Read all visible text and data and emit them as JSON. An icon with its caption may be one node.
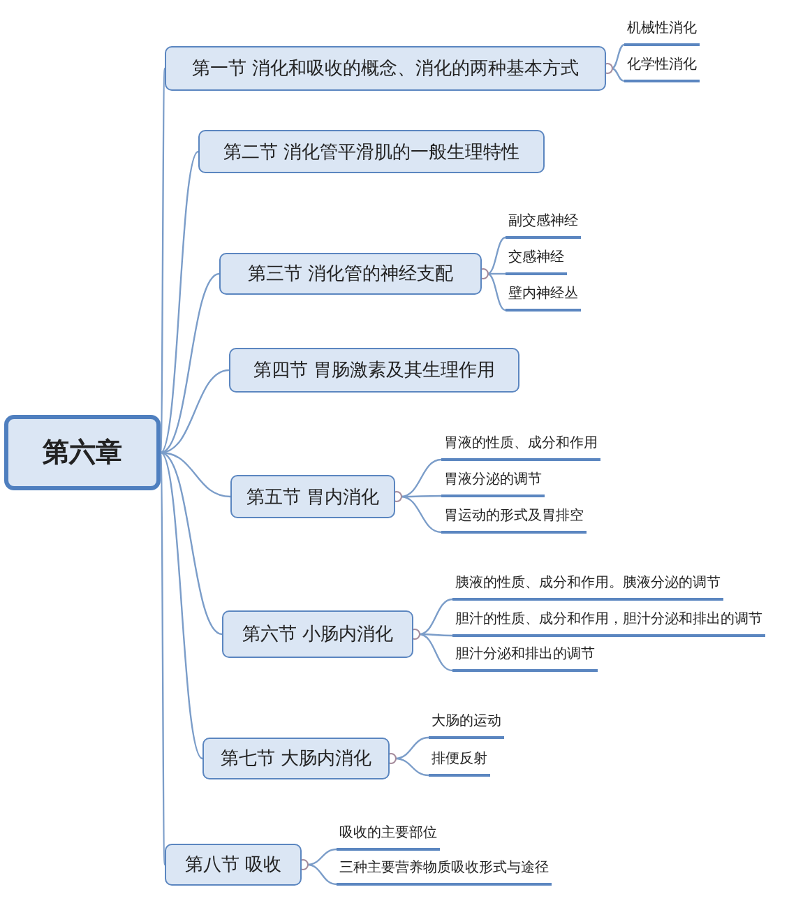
{
  "diagram": {
    "nodes": [
      {
        "text": [
          "第六章"
        ]
      },
      {
        "text": [
          "第一节  消化和吸收的概念、消化的两种基本方式"
        ]
      },
      {
        "text": [
          "机械性消化"
        ]
      },
      {
        "text": [
          "化学性消化"
        ]
      },
      {
        "text": [
          "第二节  消化管平滑肌的一般生理特性"
        ]
      },
      {
        "text": [
          "第三节  消化管的神经支配"
        ]
      },
      {
        "text": [
          "副交感神经"
        ]
      },
      {
        "text": [
          "交感神经"
        ]
      },
      {
        "text": [
          "壁内神经丛"
        ]
      },
      {
        "text": [
          "第四节  胃肠激素及其生理作用"
        ]
      },
      {
        "text": [
          "第五节  胃内消化"
        ]
      },
      {
        "text": [
          "胃液的性质、成分和作用"
        ]
      },
      {
        "text": [
          "胃液分泌的调节"
        ]
      },
      {
        "text": [
          "胃运动的形式及胃排空"
        ]
      },
      {
        "text": [
          "第六节  小肠内消化"
        ]
      },
      {
        "text": [
          "胰液的性质、成分和作用。胰液分泌的调节"
        ]
      },
      {
        "text": [
          "胆汁的性质、成分和作用，胆汁分泌和排出的调节"
        ]
      },
      {
        "text": [
          "胆汁分泌和排出的调节"
        ]
      },
      {
        "text": [
          "第七节  大肠内消化"
        ]
      },
      {
        "text": [
          "大肠的运动"
        ]
      },
      {
        "text": [
          "排便反射"
        ]
      },
      {
        "text": [
          "第八节  吸收"
        ]
      },
      {
        "text": [
          "吸收的主要部位"
        ]
      },
      {
        "text": [
          "三种主要营养物质吸收形式与途径"
        ]
      }
    ],
    "edges": [
      {
        "from": 0,
        "to": 1,
        "arrow": "none"
      },
      {
        "from": 1,
        "to": 2,
        "arrow": "none"
      },
      {
        "from": 1,
        "to": 3,
        "arrow": "none"
      },
      {
        "from": 0,
        "to": 4,
        "arrow": "none"
      },
      {
        "from": 0,
        "to": 5,
        "arrow": "none"
      },
      {
        "from": 5,
        "to": 6,
        "arrow": "none"
      },
      {
        "from": 5,
        "to": 7,
        "arrow": "none"
      },
      {
        "from": 5,
        "to": 8,
        "arrow": "none"
      },
      {
        "from": 0,
        "to": 9,
        "arrow": "none"
      },
      {
        "from": 0,
        "to": 10,
        "arrow": "none"
      },
      {
        "from": 10,
        "to": 11,
        "arrow": "none"
      },
      {
        "from": 10,
        "to": 12,
        "arrow": "none"
      },
      {
        "from": 10,
        "to": 13,
        "arrow": "none"
      },
      {
        "from": 0,
        "to": 14,
        "arrow": "none"
      },
      {
        "from": 14,
        "to": 15,
        "arrow": "none"
      },
      {
        "from": 14,
        "to": 16,
        "arrow": "none"
      },
      {
        "from": 14,
        "to": 17,
        "arrow": "none"
      },
      {
        "from": 0,
        "to": 18,
        "arrow": "none"
      },
      {
        "from": 18,
        "to": 19,
        "arrow": "none"
      },
      {
        "from": 18,
        "to": 20,
        "arrow": "none"
      },
      {
        "from": 0,
        "to": 21,
        "arrow": "none"
      },
      {
        "from": 21,
        "to": 22,
        "arrow": "none"
      },
      {
        "from": 21,
        "to": 23,
        "arrow": "none"
      }
    ]
  }
}
